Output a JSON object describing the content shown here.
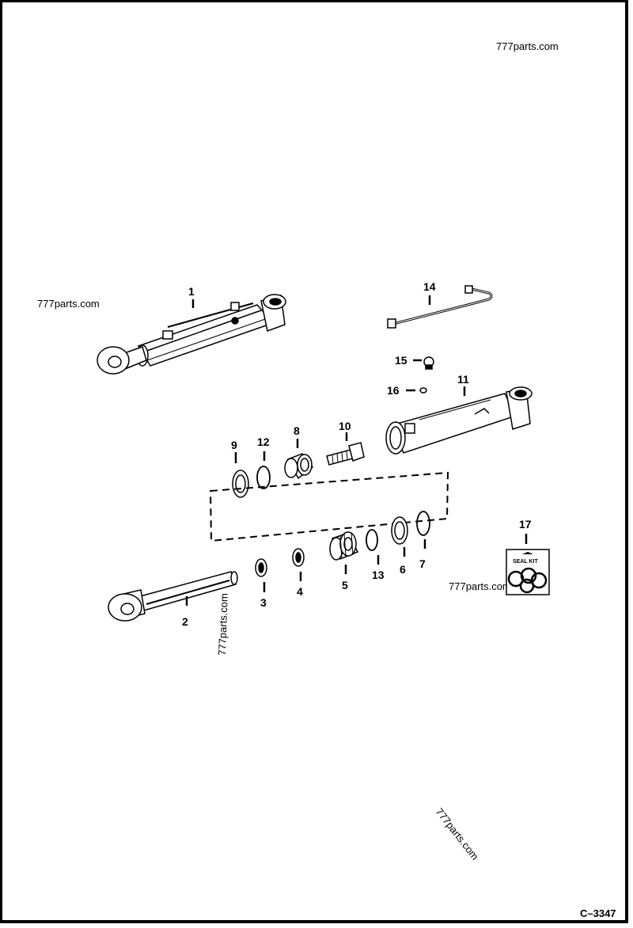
{
  "drawing_ref": "C–3347",
  "watermarks": [
    "777parts.com",
    "777parts.com",
    "777parts.com",
    "777parts.com",
    "777parts.com"
  ],
  "seal_kit_label": "SEAL KIT",
  "callouts": {
    "c1": "1",
    "c2": "2",
    "c3": "3",
    "c4": "4",
    "c5": "5",
    "c6": "6",
    "c7": "7",
    "c8": "8",
    "c9": "9",
    "c10": "10",
    "c11": "11",
    "c12": "12",
    "c13": "13",
    "c14": "14",
    "c15": "15",
    "c16": "16",
    "c17": "17"
  }
}
